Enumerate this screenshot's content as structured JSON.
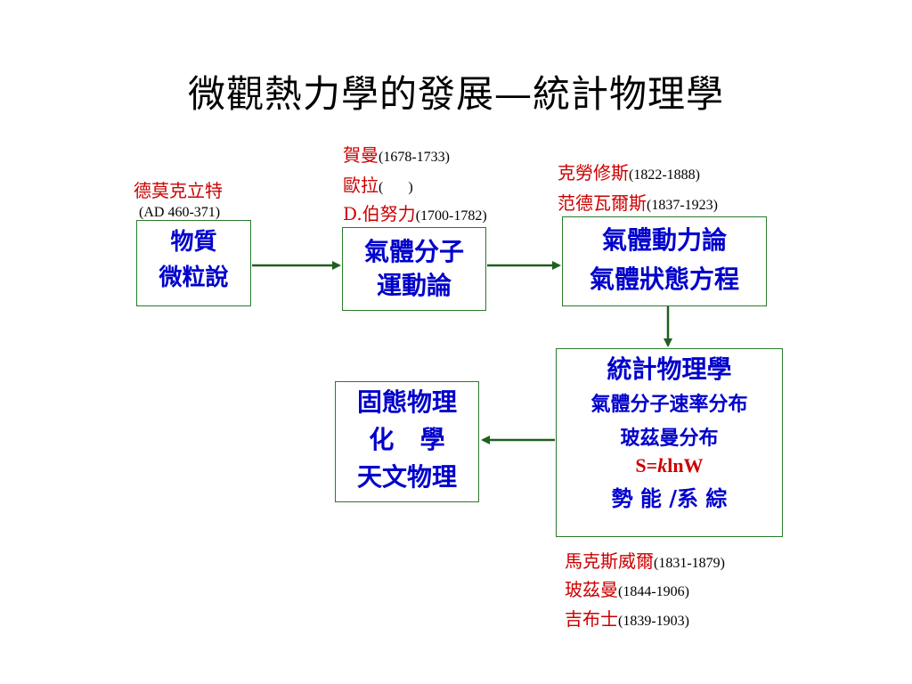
{
  "title": "微觀熱力學的發展—統計物理學",
  "scientists": {
    "democritus": {
      "name": "德莫克立特",
      "years": "(AD 460-371)"
    },
    "huygens": {
      "name": "賀曼",
      "years": "(1678-1733)"
    },
    "euler": {
      "name": "歐拉",
      "years": "(       )"
    },
    "bernoulli": {
      "name": "D.伯努力",
      "years": "(1700-1782)"
    },
    "clausius": {
      "name": "克勞修斯",
      "years": "(1822-1888)"
    },
    "van_der_waals": {
      "name": "范德瓦爾斯",
      "years": "(1837-1923)"
    },
    "maxwell": {
      "name": "馬克斯威爾",
      "years": "(1831-1879)"
    },
    "boltzmann": {
      "name": "玻茲曼",
      "years": "(1844-1906)"
    },
    "gibbs": {
      "name": "吉布士",
      "years": "(1839-1903)"
    }
  },
  "boxes": {
    "matter": {
      "line1": "物質",
      "line2": "微粒說"
    },
    "kinetic": {
      "line1": "氣體分子",
      "line2": "運動論"
    },
    "dynamics": {
      "line1": "氣體動力論",
      "line2": "氣體狀態方程"
    },
    "statistical": {
      "line1": "統計物理學",
      "line2": "氣體分子速率分布",
      "line3": "玻茲曼分布",
      "formula_prefix": "S=",
      "formula_k": "k",
      "formula_suffix": "lnW",
      "line5": "勢 能 /系 綜"
    },
    "applications": {
      "line1": "固態物理",
      "line2": "化   學",
      "line3": "天文物理"
    }
  },
  "colors": {
    "box_border": "#2a7a2a",
    "box_text": "#0000cc",
    "name_text": "#cc0000",
    "arrow": "#1f5f1f"
  }
}
